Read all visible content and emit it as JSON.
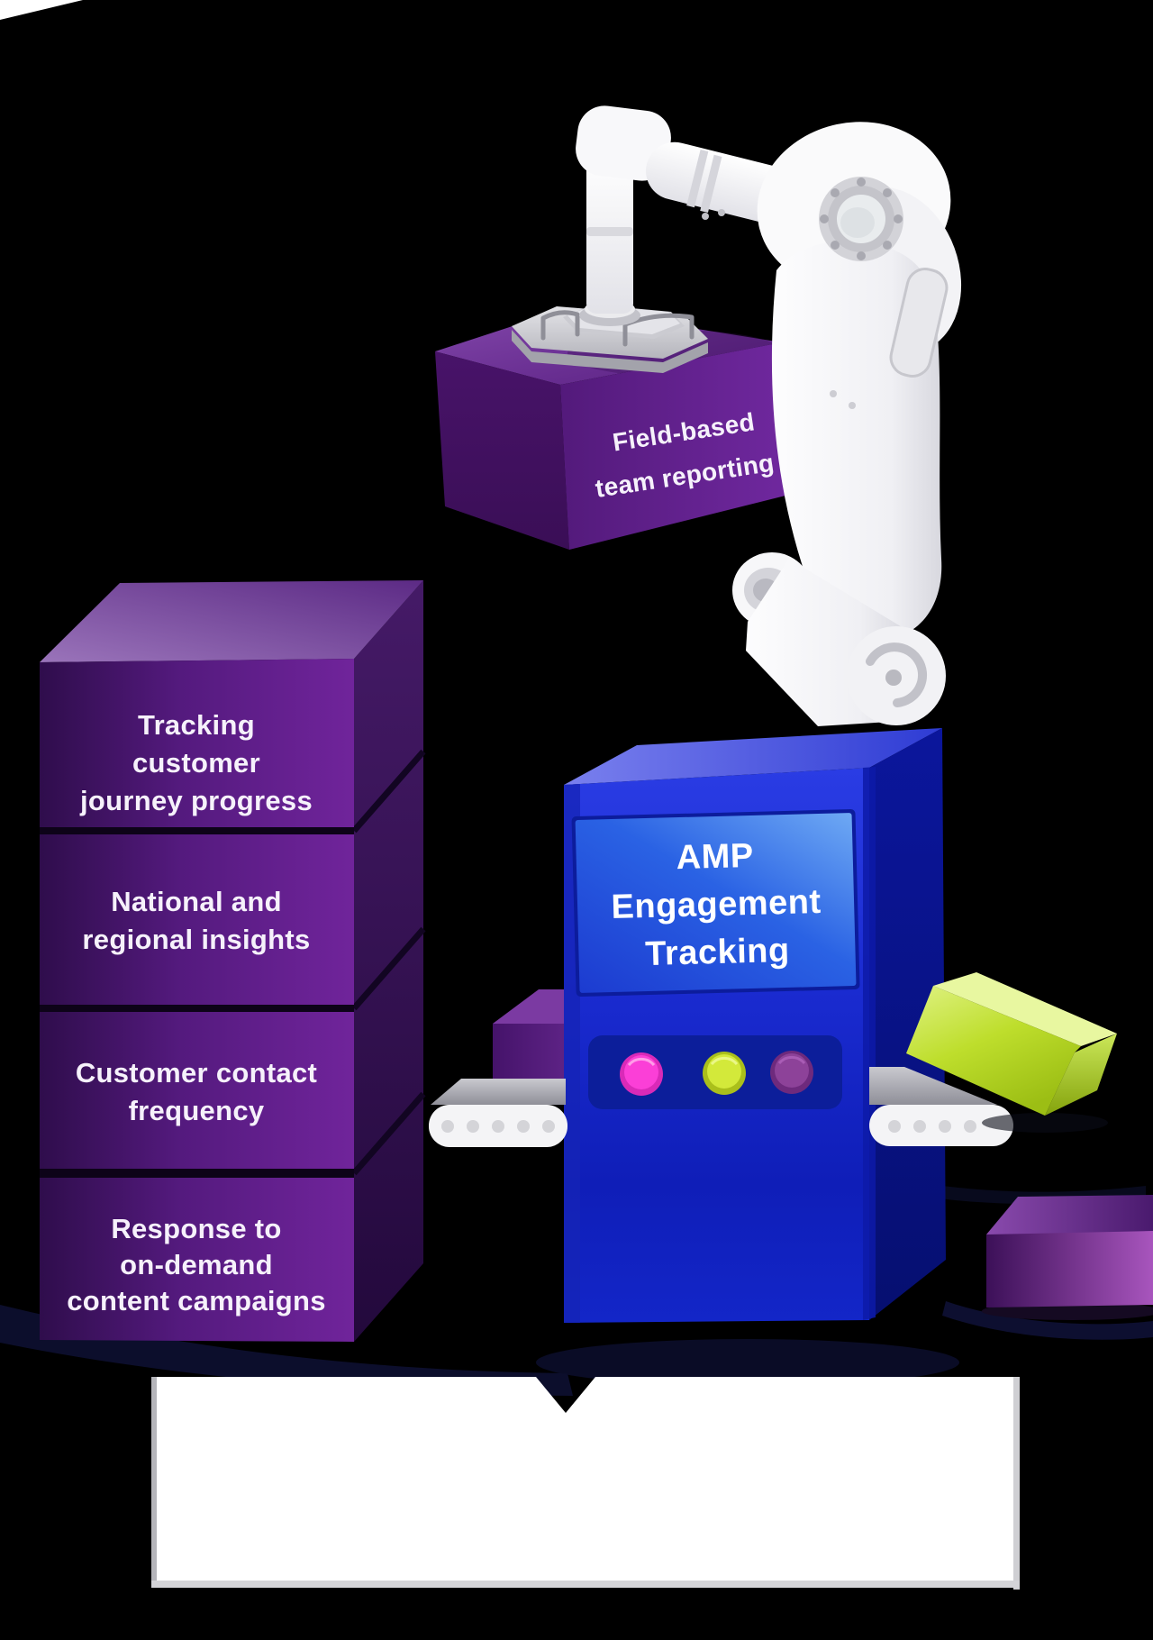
{
  "boxes": {
    "field_based": {
      "lines": [
        "Field-based",
        "team reporting"
      ]
    },
    "stack": [
      {
        "lines": [
          "Tracking",
          "customer",
          "journey progress"
        ]
      },
      {
        "lines": [
          "National and",
          "regional insights"
        ]
      },
      {
        "lines": [
          "Customer contact",
          "frequency"
        ]
      },
      {
        "lines": [
          "Response to",
          "on-demand",
          "content campaigns"
        ]
      }
    ]
  },
  "machine": {
    "screen_lines": [
      "AMP",
      "Engagement",
      "Tracking"
    ],
    "indicator_lights": [
      {
        "name": "magenta-light",
        "color": "#fb3fd7",
        "ring": "#d92ab8"
      },
      {
        "name": "lime-light",
        "color": "#d3e93a",
        "ring": "#aabf1b"
      },
      {
        "name": "purple-light",
        "color": "#8d4299",
        "ring": "#6e2a7d"
      }
    ]
  },
  "colors": {
    "background": "#000000",
    "stack_purple": "#5a1b83",
    "field_purple": "#5e1d87",
    "machine_blue": "#1c2ed6",
    "screen_blue": "#2e6ae8",
    "lime_box": "#c1e032",
    "conveyor_white": "#f4f4f6",
    "callout_white": "#ffffff"
  }
}
